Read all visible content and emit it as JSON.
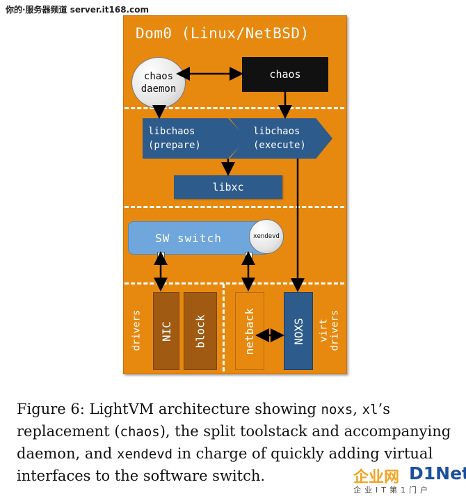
{
  "watermark_top": "你的·服务器频道 server.it168.com",
  "diagram": {
    "title": "Dom0 (Linux/NetBSD)",
    "chaos_daemon": "chaos daemon",
    "chaos": "chaos",
    "libchaos_prepare": "libchaos (prepare)",
    "libchaos_execute": "libchaos (execute)",
    "libxc": "libxc",
    "sw_switch": "SW switch",
    "xendevd": "xendevd",
    "drivers_label": "drivers",
    "nic": "NIC",
    "block": "block",
    "netback": "netback",
    "noxs": "NOXS",
    "virt_drivers_label": "virt drivers"
  },
  "caption": {
    "p1": "Figure 6: LightVM architecture showing ",
    "code1": "noxs",
    "p2": ", ",
    "code2": "xl",
    "p3": "’s replacement (",
    "code3": "chaos",
    "p4": "), the split toolstack and accompanying daemon, and ",
    "code4": "xendevd",
    "p5": " in charge of quickly adding virtual interfaces to the software switch."
  },
  "logo": {
    "cn": "企业网",
    "dinet": "D1Net",
    "sub": "企业IT第1门户"
  },
  "colors": {
    "panel": "#e8890f",
    "blue": "#2d5b8c",
    "switch": "#6fa6dc",
    "brown": "#a05a12"
  }
}
